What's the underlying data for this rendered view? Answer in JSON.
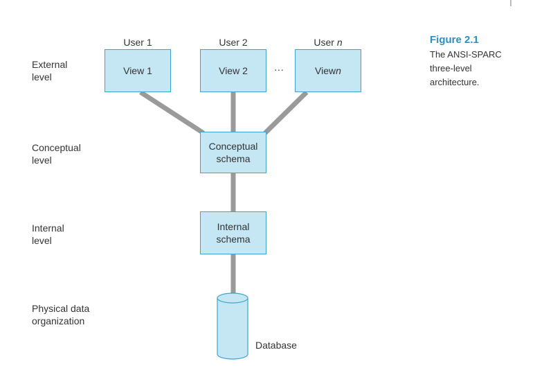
{
  "levels": {
    "external": "External\nlevel",
    "conceptual": "Conceptual\nlevel",
    "internal": "Internal\nlevel",
    "physical": "Physical data\norganization"
  },
  "users": {
    "u1_prefix": "User 1",
    "u2_prefix": "User 2",
    "un_prefix": "User ",
    "un_var": "n"
  },
  "views": {
    "v1": "View 1",
    "v2": "View 2",
    "vn_prefix": "View ",
    "vn_var": "n",
    "ellipsis": "···"
  },
  "conceptual_schema": "Conceptual\nschema",
  "internal_schema": "Internal\nschema",
  "database_label": "Database",
  "figure": {
    "title": "Figure 2.1",
    "caption": "The ANSI-SPARC three-level architecture."
  },
  "colors": {
    "box_fill": "#c5e6f3",
    "box_border": "#3ea3cf",
    "connector": "#9a9a9a",
    "figure_title": "#2b8fc6"
  }
}
